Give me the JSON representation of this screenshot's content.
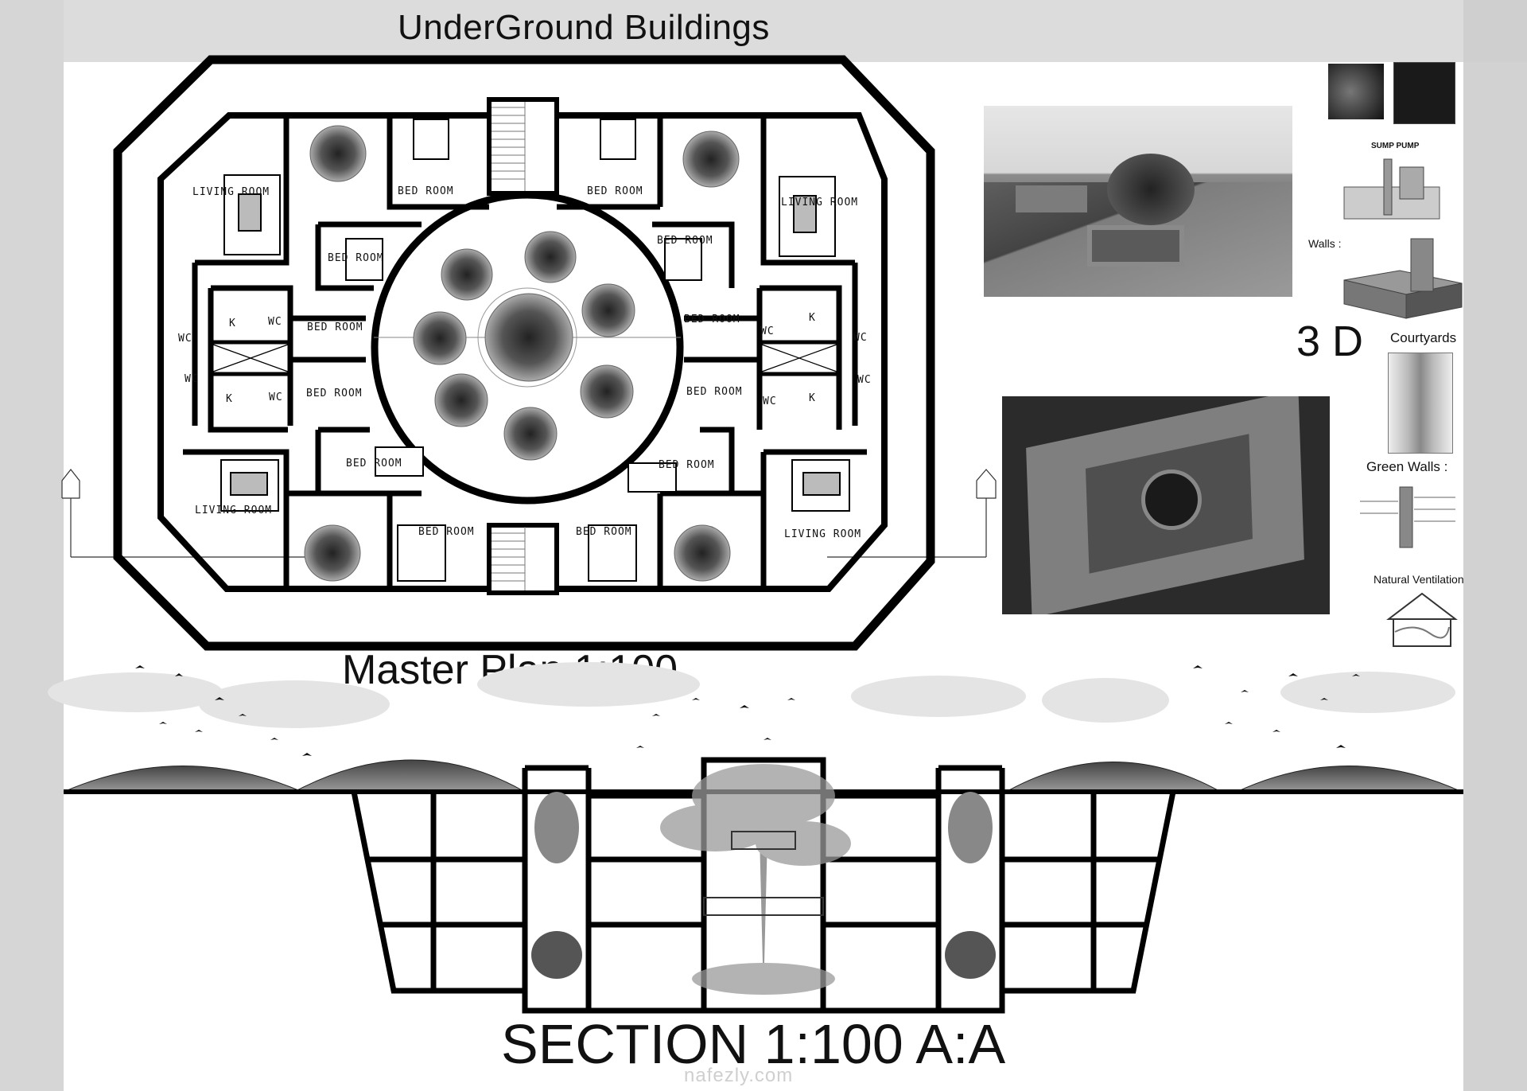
{
  "title": "UnderGround Buildings",
  "plan_title": "Master Plan 1:100",
  "section_title": "SECTION 1:100 A:A",
  "three_d_label": "3 D",
  "labels": {
    "courtyards": "Courtyards",
    "green_walls": "Green Walls :",
    "natural_ventilation": "Natural Ventilation",
    "walls": "Walls :",
    "sump_pump": "SUMP PUMP"
  },
  "rooms": {
    "living_room": "LIVING ROOM",
    "bed_room": "BED ROOM",
    "wc": "WC",
    "k": "K"
  },
  "watermark": "nafezly.com"
}
